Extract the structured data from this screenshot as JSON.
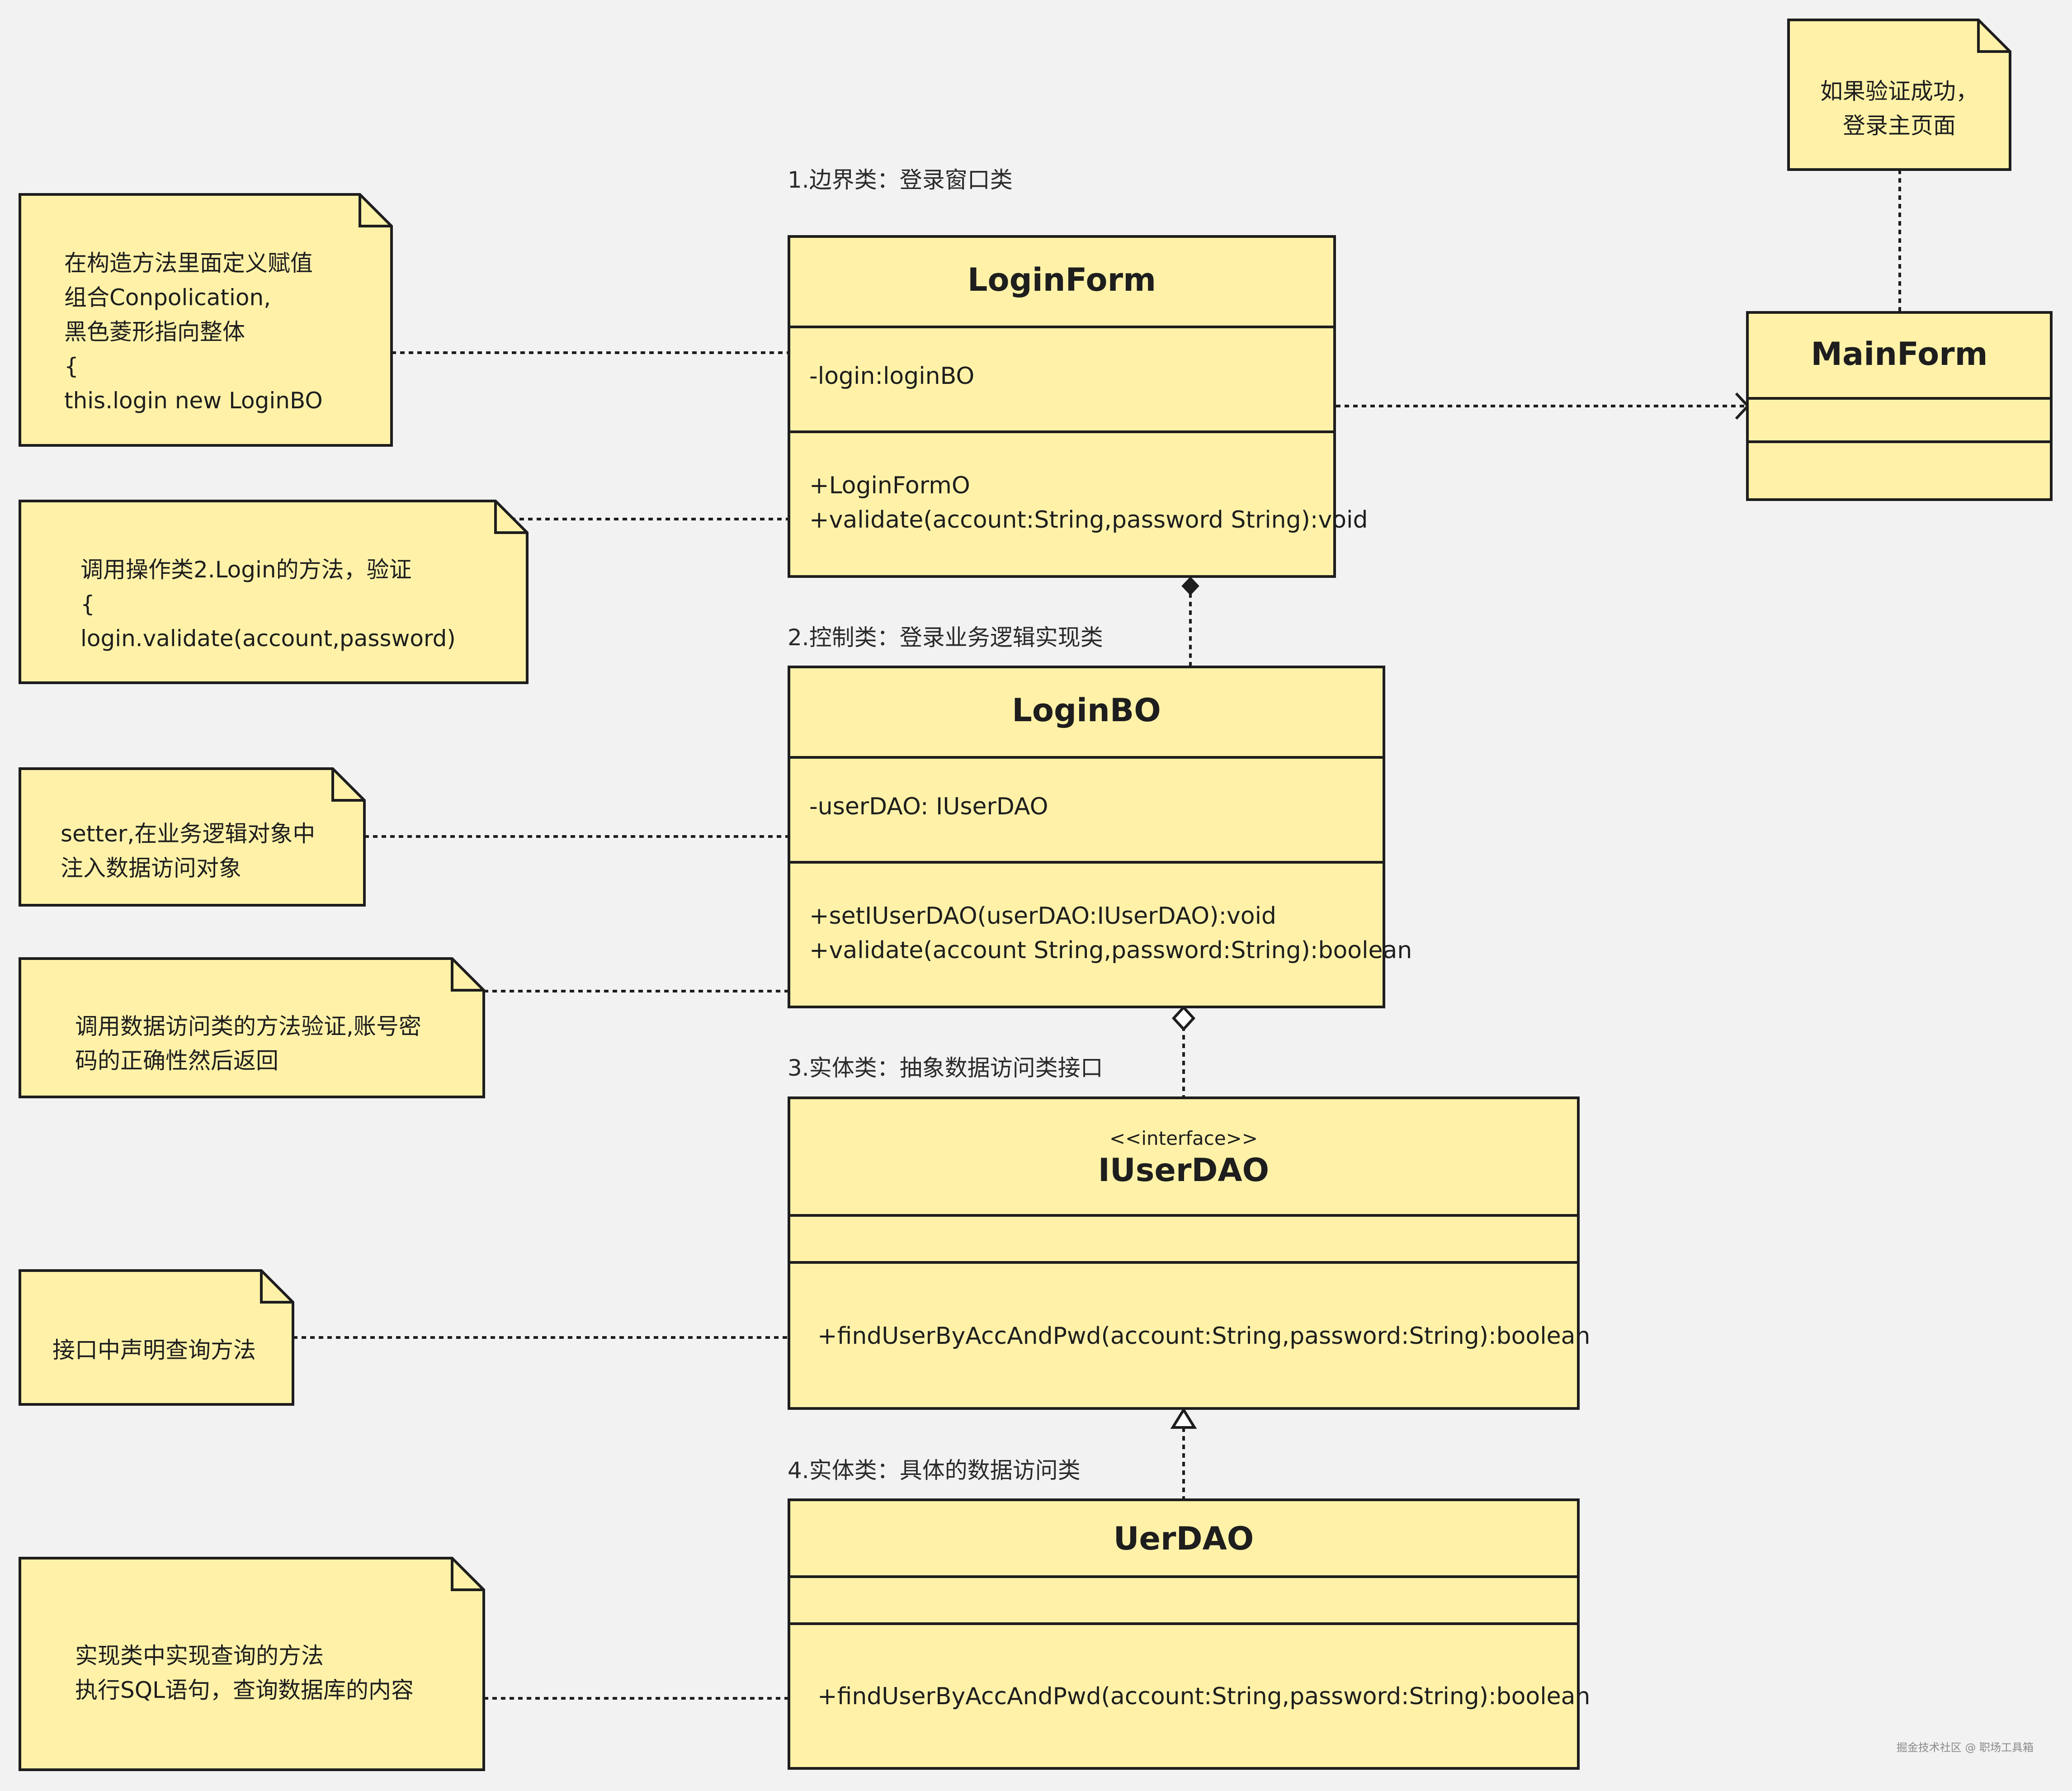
{
  "section_labels": {
    "boundary": "1.边界类：登录窗口类",
    "control": "2.控制类：登录业务逻辑实现类",
    "entity_interface": "3.实体类：抽象数据访问类接口",
    "entity_impl": "4.实体类：具体的数据访问类"
  },
  "classes": {
    "login_form": {
      "name": "LoginForm",
      "attributes": [
        "-login:loginBO"
      ],
      "operations": [
        "+LoginFormO",
        "+validate(account:String,password String):void"
      ]
    },
    "main_form": {
      "name": "MainForm",
      "attributes": [],
      "operations": []
    },
    "login_bo": {
      "name": "LoginBO",
      "attributes": [
        "-userDAO: IUserDAO"
      ],
      "operations": [
        "+setIUserDAO(userDAO:IUserDAO):void",
        "+validate(account String,password:String):boolean"
      ]
    },
    "iuser_dao": {
      "stereotype": "<<interface>>",
      "name": "IUserDAO",
      "attributes": [],
      "operations": [
        "+findUserByAccAndPwd(account:String,password:String):boolean"
      ]
    },
    "uer_dao": {
      "name": "UerDAO",
      "attributes": [],
      "operations": [
        "+findUserByAccAndPwd(account:String,password:String):boolean"
      ]
    }
  },
  "notes": {
    "composition_note": [
      "在构造方法里面定义赋值",
      "组合Conpolication,",
      "黑色菱形指向整体",
      "{",
      "this.login new LoginBO"
    ],
    "validate_note": [
      "调用操作类2.Login的方法，验证",
      "{",
      "login.validate(account,password)"
    ],
    "setter_note": [
      "setter,在业务逻辑对象中",
      "注入数据访问对象"
    ],
    "dao_call_note": [
      "调用数据访问类的方法验证,账号密",
      "码的正确性然后返回"
    ],
    "interface_note": [
      "接口中声明查询方法"
    ],
    "impl_note": [
      "实现类中实现查询的方法",
      "执行SQL语句，查询数据库的内容"
    ],
    "success_note": [
      "如果验证成功，",
      "登录主页面"
    ]
  },
  "watermark": "掘金技术社区 @ 职场工具箱"
}
